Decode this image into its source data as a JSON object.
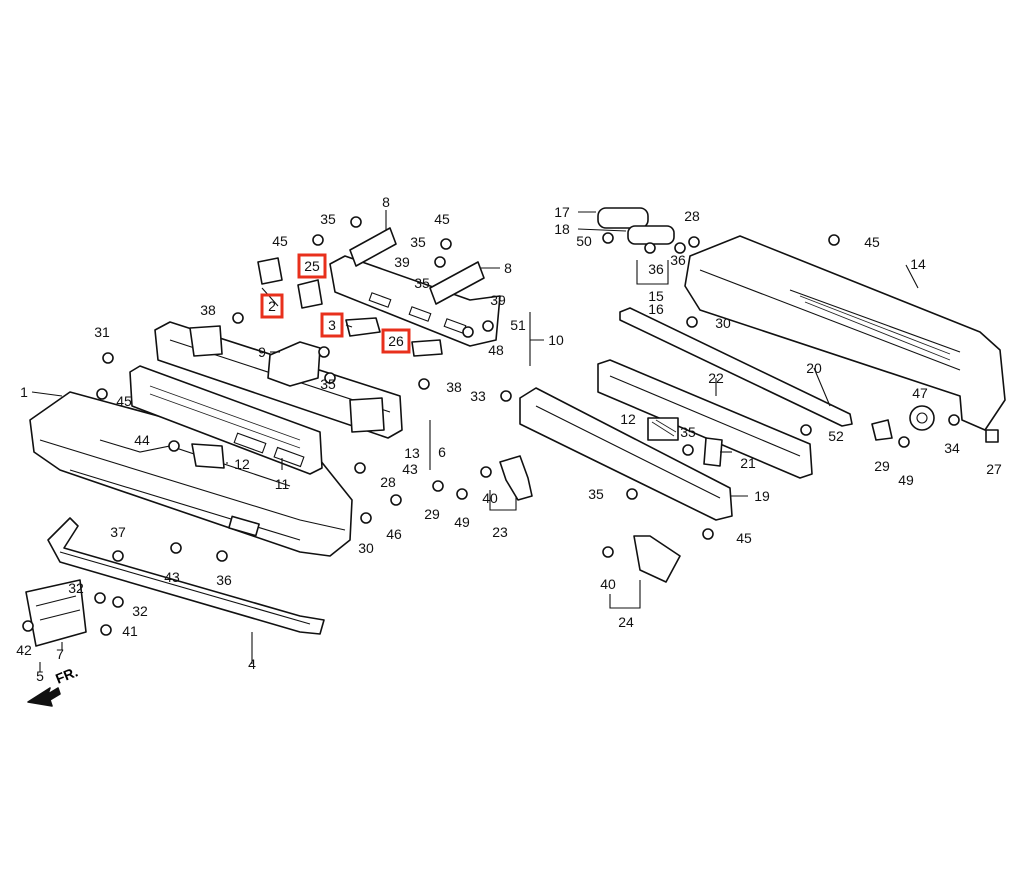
{
  "diagram": {
    "highlight_color": "#e8301c",
    "direction_marker": {
      "text": "FR."
    },
    "callouts": [
      {
        "id": "c1",
        "label": "1"
      },
      {
        "id": "c2",
        "label": "2",
        "highlighted": true
      },
      {
        "id": "c3",
        "label": "3",
        "highlighted": true
      },
      {
        "id": "c4",
        "label": "4"
      },
      {
        "id": "c5",
        "label": "5"
      },
      {
        "id": "c6",
        "label": "6"
      },
      {
        "id": "c7",
        "label": "7"
      },
      {
        "id": "c8a",
        "label": "8"
      },
      {
        "id": "c8b",
        "label": "8"
      },
      {
        "id": "c9",
        "label": "9"
      },
      {
        "id": "c10",
        "label": "10"
      },
      {
        "id": "c11",
        "label": "11"
      },
      {
        "id": "c12a",
        "label": "12"
      },
      {
        "id": "c12b",
        "label": "12"
      },
      {
        "id": "c13",
        "label": "13"
      },
      {
        "id": "c14",
        "label": "14"
      },
      {
        "id": "c15",
        "label": "15"
      },
      {
        "id": "c16",
        "label": "16"
      },
      {
        "id": "c17",
        "label": "17"
      },
      {
        "id": "c18",
        "label": "18"
      },
      {
        "id": "c19",
        "label": "19"
      },
      {
        "id": "c20",
        "label": "20"
      },
      {
        "id": "c21",
        "label": "21"
      },
      {
        "id": "c22",
        "label": "22"
      },
      {
        "id": "c23",
        "label": "23"
      },
      {
        "id": "c24",
        "label": "24"
      },
      {
        "id": "c25",
        "label": "25",
        "highlighted": true
      },
      {
        "id": "c26",
        "label": "26",
        "highlighted": true
      },
      {
        "id": "c27",
        "label": "27"
      },
      {
        "id": "c28a",
        "label": "28"
      },
      {
        "id": "c28b",
        "label": "28"
      },
      {
        "id": "c29a",
        "label": "29"
      },
      {
        "id": "c29b",
        "label": "29"
      },
      {
        "id": "c30a",
        "label": "30"
      },
      {
        "id": "c30b",
        "label": "30"
      },
      {
        "id": "c31",
        "label": "31"
      },
      {
        "id": "c32a",
        "label": "32"
      },
      {
        "id": "c32b",
        "label": "32"
      },
      {
        "id": "c33",
        "label": "33"
      },
      {
        "id": "c34",
        "label": "34"
      },
      {
        "id": "c35a",
        "label": "35"
      },
      {
        "id": "c35b",
        "label": "35"
      },
      {
        "id": "c35c",
        "label": "35"
      },
      {
        "id": "c35d",
        "label": "35"
      },
      {
        "id": "c35e",
        "label": "35"
      },
      {
        "id": "c35f",
        "label": "35"
      },
      {
        "id": "c36a",
        "label": "36"
      },
      {
        "id": "c36b",
        "label": "36"
      },
      {
        "id": "c36c",
        "label": "36"
      },
      {
        "id": "c37",
        "label": "37"
      },
      {
        "id": "c38a",
        "label": "38"
      },
      {
        "id": "c38b",
        "label": "38"
      },
      {
        "id": "c39a",
        "label": "39"
      },
      {
        "id": "c39b",
        "label": "39"
      },
      {
        "id": "c40a",
        "label": "40"
      },
      {
        "id": "c40b",
        "label": "40"
      },
      {
        "id": "c41",
        "label": "41"
      },
      {
        "id": "c42",
        "label": "42"
      },
      {
        "id": "c43a",
        "label": "43"
      },
      {
        "id": "c43b",
        "label": "43"
      },
      {
        "id": "c44",
        "label": "44"
      },
      {
        "id": "c45a",
        "label": "45"
      },
      {
        "id": "c45b",
        "label": "45"
      },
      {
        "id": "c45c",
        "label": "45"
      },
      {
        "id": "c45d",
        "label": "45"
      },
      {
        "id": "c45e",
        "label": "45"
      },
      {
        "id": "c46",
        "label": "46"
      },
      {
        "id": "c47",
        "label": "47"
      },
      {
        "id": "c48",
        "label": "48"
      },
      {
        "id": "c49a",
        "label": "49"
      },
      {
        "id": "c49b",
        "label": "49"
      },
      {
        "id": "c50",
        "label": "50"
      },
      {
        "id": "c51",
        "label": "51"
      },
      {
        "id": "c52",
        "label": "52"
      }
    ]
  }
}
